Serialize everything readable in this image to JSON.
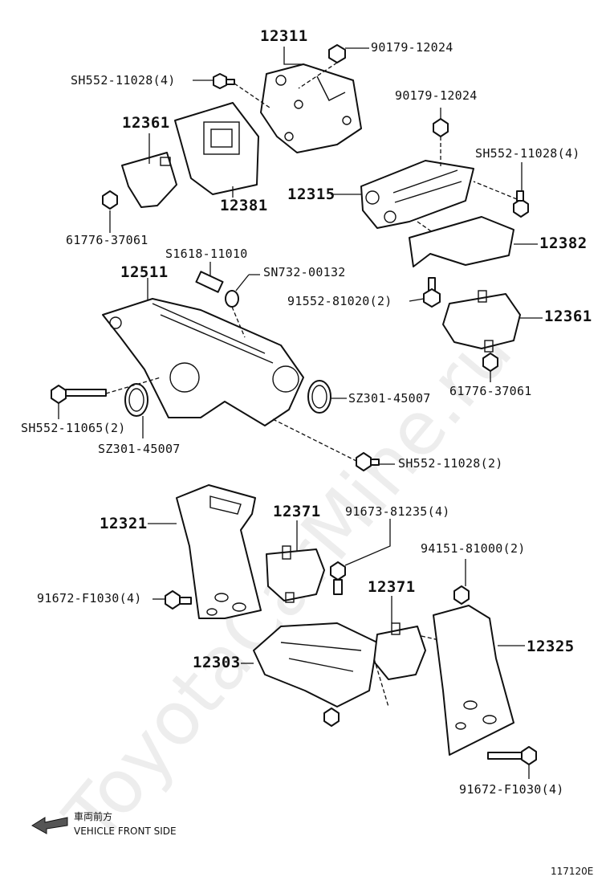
{
  "watermark": "ToyotaCarMine.ru",
  "diagram_code": "117120E",
  "direction": {
    "jp": "車両前方",
    "en": "VEHICLE FRONT SIDE"
  },
  "labels": {
    "p12311": "12311",
    "p90179_a": "90179-12024",
    "sh552_11028_4_a": "SH552-11028(4)",
    "p12361_a": "12361",
    "p90179_b": "90179-12024",
    "sh552_11028_4_b": "SH552-11028(4)",
    "p12315": "12315",
    "p12381": "12381",
    "p61776_a": "61776-37061",
    "p12382": "12382",
    "s1618": "S1618-11010",
    "p12511": "12511",
    "sn732": "SN732-00132",
    "p91552": "91552-81020(2)",
    "p12361_b": "12361",
    "p61776_b": "61776-37061",
    "sz301_a": "SZ301-45007",
    "sh552_11065": "SH552-11065(2)",
    "sz301_b": "SZ301-45007",
    "sh552_11028_2": "SH552-11028(2)",
    "p12321": "12321",
    "p12371_a": "12371",
    "p91673": "91673-81235(4)",
    "p94151": "94151-81000(2)",
    "p12371_b": "12371",
    "p91672_a": "91672-F1030(4)",
    "p12325": "12325",
    "p12303": "12303",
    "p91672_b": "91672-F1030(4)"
  }
}
